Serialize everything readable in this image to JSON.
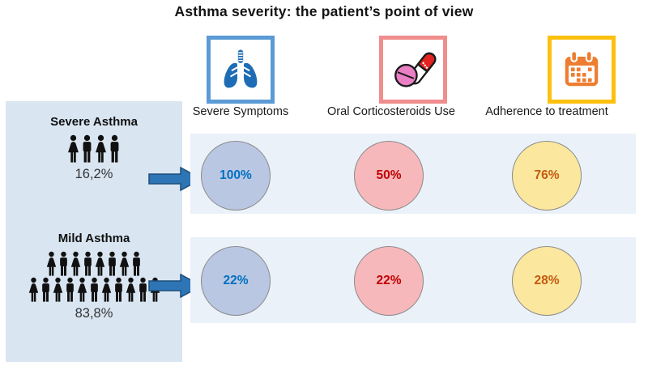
{
  "title": "Asthma severity: the patient’s point of view",
  "columns": [
    {
      "label": "Severe Symptoms",
      "icon": "lungs-icon",
      "box_border": "#5b9bd5",
      "circle_fill": "#b9c7e2",
      "value_text_color": "#0070c0"
    },
    {
      "label": "Oral Corticosteroids Use",
      "icon": "pills-icon",
      "box_border": "#f08d8d",
      "circle_fill": "#f6b8bb",
      "value_text_color": "#c00000"
    },
    {
      "label": "Adherence to treatment",
      "icon": "calendar-icon",
      "box_border": "#fdc010",
      "circle_fill": "#fbe79e",
      "value_text_color": "#c55a11"
    }
  ],
  "groups": [
    {
      "label": "Severe Asthma",
      "population_share": "16,2%",
      "pictogram_rows": [
        4
      ],
      "values": [
        "100%",
        "50%",
        "76%"
      ]
    },
    {
      "label": "Mild Asthma",
      "population_share": "83,8%",
      "pictogram_rows": [
        8,
        11
      ],
      "values": [
        "22%",
        "22%",
        "28%"
      ]
    }
  ],
  "style": {
    "sidebar_bg": "#d9e6f2",
    "panel_bg": "#eaf1f9",
    "arrow_color": "#2e75b6",
    "person_color": "#111111"
  }
}
